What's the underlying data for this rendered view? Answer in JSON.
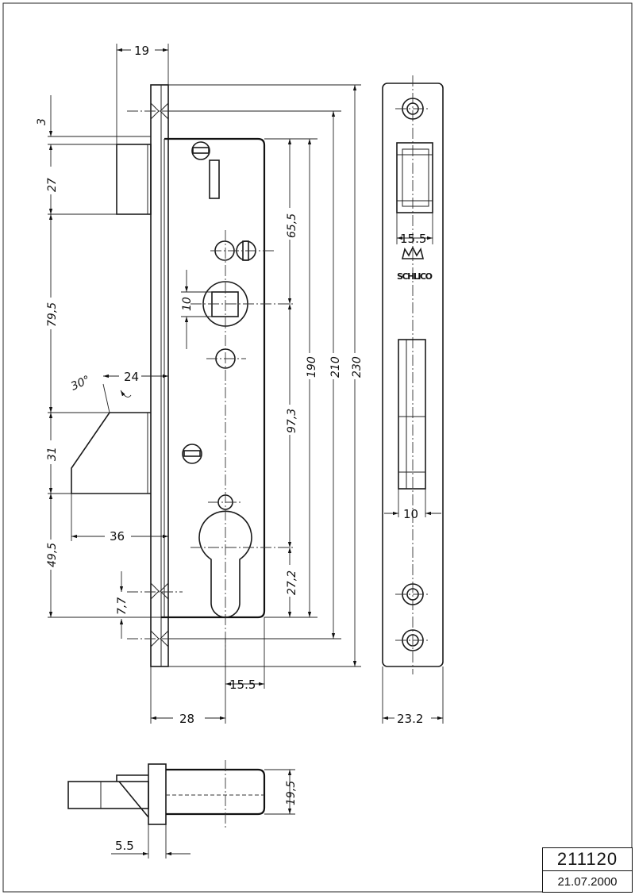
{
  "drawing": {
    "brand_logo_text": "SCHLICO",
    "dimensions": {
      "d19": "19",
      "d3": "3",
      "d27": "27",
      "d79_5": "79,5",
      "d31": "31",
      "d49_5": "49,5",
      "d7_7": "7,7",
      "d65_5": "65,5",
      "d10_follower": "10",
      "d97_3": "97,3",
      "d27_2": "27,2",
      "d190": "190",
      "d210": "210",
      "d230": "230",
      "d30deg": "30°",
      "d24": "24",
      "d36": "36",
      "d15_5_bottom": "15.5",
      "d28": "28",
      "d15_5_plate": "15.5",
      "d10_plate": "10",
      "d23_2": "23.2",
      "d19_5": "19,5",
      "d5_5": "5.5"
    }
  },
  "title_block": {
    "drawing_number": "211120",
    "date": "21.07.2000"
  }
}
